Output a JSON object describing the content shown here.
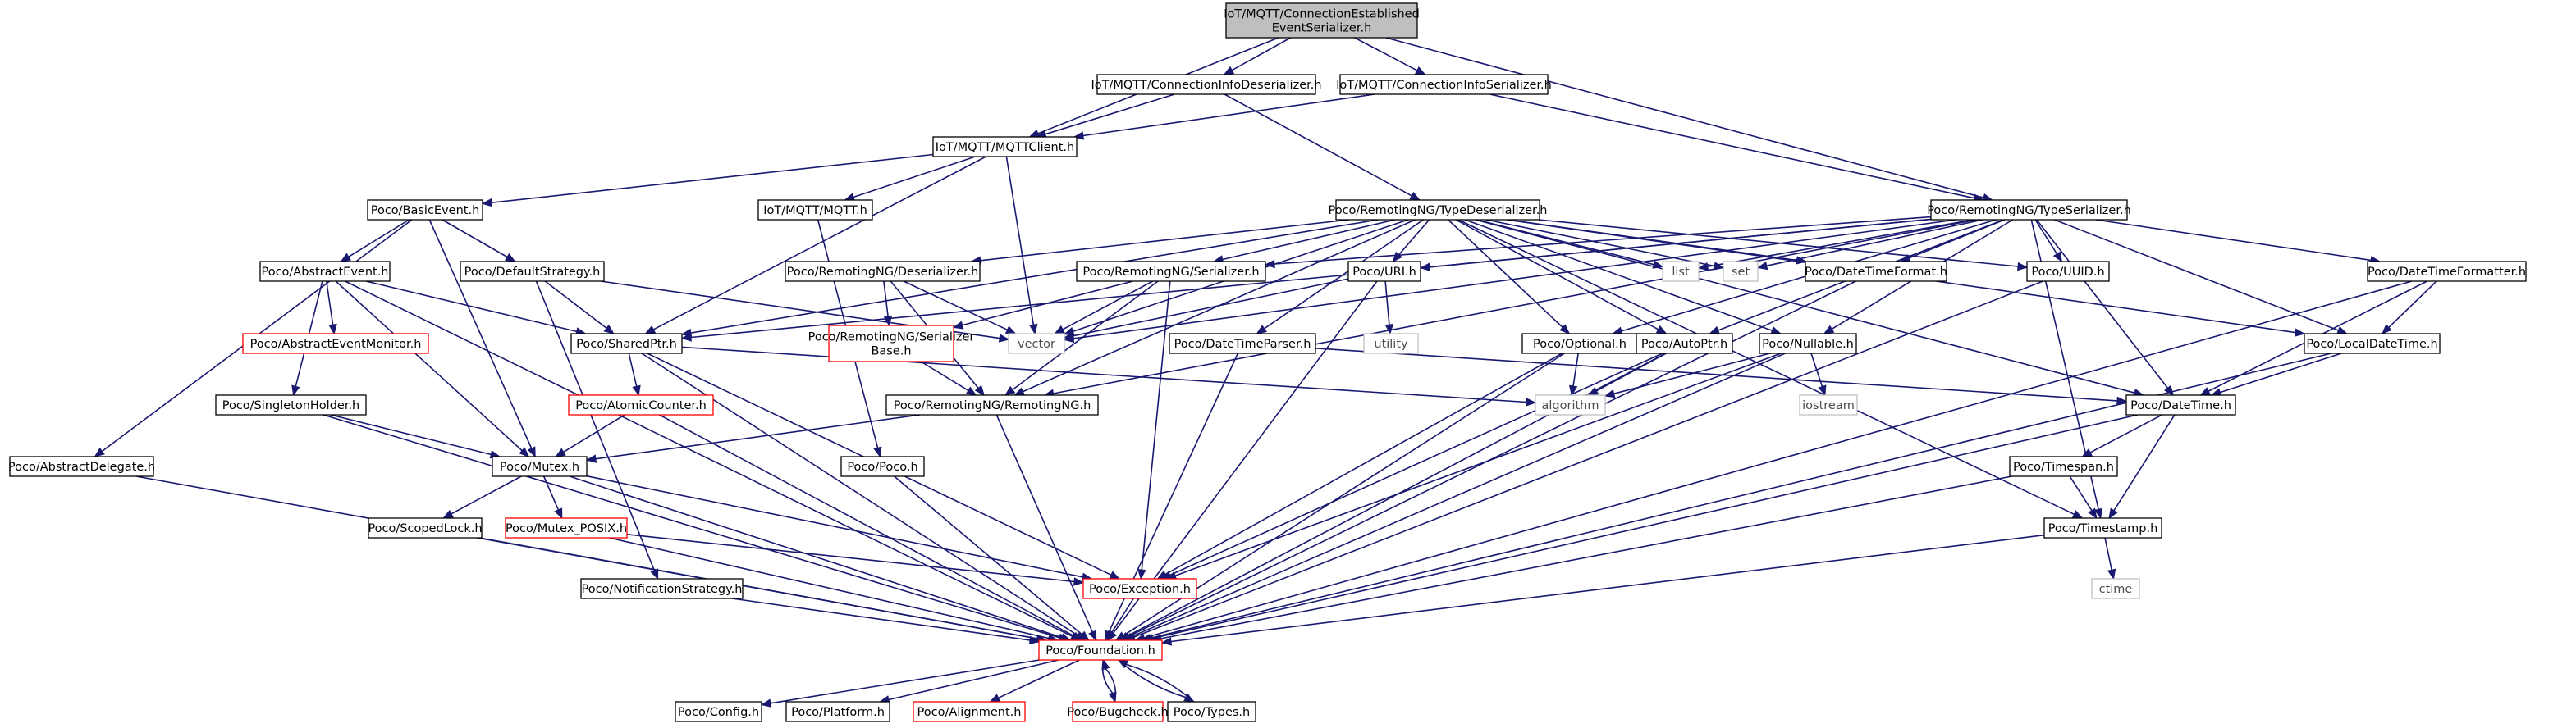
{
  "colors": {
    "edge": "#191970",
    "normal_border": "#000000",
    "external_border": "#bfbfbf",
    "truncated_border": "#ff0000",
    "root_fill": "#bfbfbf",
    "fill": "#ffffff",
    "external_text": "#4d4d4d"
  },
  "nodes": {
    "root": {
      "label": "IoT/MQTT/ConnectionEstablished\nEventSerializer.h",
      "kind": "root"
    },
    "cid": {
      "label": "IoT/MQTT/ConnectionInfoDeserializer.h",
      "kind": "normal"
    },
    "cis": {
      "label": "IoT/MQTT/ConnectionInfoSerializer.h",
      "kind": "normal"
    },
    "client": {
      "label": "IoT/MQTT/MQTTClient.h",
      "kind": "normal"
    },
    "mqtt": {
      "label": "IoT/MQTT/MQTT.h",
      "kind": "normal"
    },
    "basicevent": {
      "label": "Poco/BasicEvent.h",
      "kind": "normal"
    },
    "abstractevent": {
      "label": "Poco/AbstractEvent.h",
      "kind": "normal"
    },
    "defaultstrategy": {
      "label": "Poco/DefaultStrategy.h",
      "kind": "normal"
    },
    "aemonitor": {
      "label": "Poco/AbstractEventMonitor.h",
      "kind": "truncated"
    },
    "sharedptr": {
      "label": "Poco/SharedPtr.h",
      "kind": "normal"
    },
    "singleton": {
      "label": "Poco/SingletonHolder.h",
      "kind": "normal"
    },
    "atomiccounter": {
      "label": "Poco/AtomicCounter.h",
      "kind": "truncated"
    },
    "absdelegate": {
      "label": "Poco/AbstractDelegate.h",
      "kind": "normal"
    },
    "mutex": {
      "label": "Poco/Mutex.h",
      "kind": "normal"
    },
    "scopedlock": {
      "label": "Poco/ScopedLock.h",
      "kind": "normal"
    },
    "mutexposix": {
      "label": "Poco/Mutex_POSIX.h",
      "kind": "truncated"
    },
    "notifstrategy": {
      "label": "Poco/NotificationStrategy.h",
      "kind": "normal"
    },
    "typedeser": {
      "label": "Poco/RemotingNG/TypeDeserializer.h",
      "kind": "normal"
    },
    "typeser": {
      "label": "Poco/RemotingNG/TypeSerializer.h",
      "kind": "normal"
    },
    "deser": {
      "label": "Poco/RemotingNG/Deserializer.h",
      "kind": "normal"
    },
    "ser": {
      "label": "Poco/RemotingNG/Serializer.h",
      "kind": "normal"
    },
    "serbase": {
      "label": "Poco/RemotingNG/Serializer\nBase.h",
      "kind": "truncated"
    },
    "remotingng": {
      "label": "Poco/RemotingNG/RemotingNG.h",
      "kind": "normal"
    },
    "poco": {
      "label": "Poco/Poco.h",
      "kind": "normal"
    },
    "uri": {
      "label": "Poco/URI.h",
      "kind": "normal"
    },
    "list": {
      "label": "list",
      "kind": "external"
    },
    "set": {
      "label": "set",
      "kind": "external"
    },
    "vector": {
      "label": "vector",
      "kind": "external"
    },
    "utility": {
      "label": "utility",
      "kind": "external"
    },
    "dtformat": {
      "label": "Poco/DateTimeFormat.h",
      "kind": "normal"
    },
    "uuid": {
      "label": "Poco/UUID.h",
      "kind": "normal"
    },
    "dtformatter": {
      "label": "Poco/DateTimeFormatter.h",
      "kind": "normal"
    },
    "dtparser": {
      "label": "Poco/DateTimeParser.h",
      "kind": "normal"
    },
    "optional": {
      "label": "Poco/Optional.h",
      "kind": "normal"
    },
    "autoptr": {
      "label": "Poco/AutoPtr.h",
      "kind": "normal"
    },
    "nullable": {
      "label": "Poco/Nullable.h",
      "kind": "normal"
    },
    "localdt": {
      "label": "Poco/LocalDateTime.h",
      "kind": "normal"
    },
    "algorithm": {
      "label": "algorithm",
      "kind": "external"
    },
    "iostream": {
      "label": "iostream",
      "kind": "external"
    },
    "datetime": {
      "label": "Poco/DateTime.h",
      "kind": "normal"
    },
    "timespan": {
      "label": "Poco/Timespan.h",
      "kind": "normal"
    },
    "timestamp": {
      "label": "Poco/Timestamp.h",
      "kind": "normal"
    },
    "ctime": {
      "label": "ctime",
      "kind": "external"
    },
    "exception": {
      "label": "Poco/Exception.h",
      "kind": "truncated"
    },
    "foundation": {
      "label": "Poco/Foundation.h",
      "kind": "truncated"
    },
    "config": {
      "label": "Poco/Config.h",
      "kind": "normal"
    },
    "platform": {
      "label": "Poco/Platform.h",
      "kind": "normal"
    },
    "alignment": {
      "label": "Poco/Alignment.h",
      "kind": "truncated"
    },
    "bugcheck": {
      "label": "Poco/Bugcheck.h",
      "kind": "truncated"
    },
    "types": {
      "label": "Poco/Types.h",
      "kind": "normal"
    }
  },
  "edges": [
    [
      "root",
      "client"
    ],
    [
      "root",
      "cid"
    ],
    [
      "root",
      "cis"
    ],
    [
      "root",
      "typeser"
    ],
    [
      "cid",
      "client"
    ],
    [
      "cid",
      "typedeser"
    ],
    [
      "cis",
      "client"
    ],
    [
      "cis",
      "typeser"
    ],
    [
      "client",
      "basicevent"
    ],
    [
      "client",
      "mqtt"
    ],
    [
      "client",
      "sharedptr"
    ],
    [
      "client",
      "vector"
    ],
    [
      "mqtt",
      "poco"
    ],
    [
      "basicevent",
      "abstractevent"
    ],
    [
      "basicevent",
      "defaultstrategy"
    ],
    [
      "basicevent",
      "absdelegate"
    ],
    [
      "basicevent",
      "mutex"
    ],
    [
      "abstractevent",
      "aemonitor"
    ],
    [
      "abstractevent",
      "sharedptr"
    ],
    [
      "abstractevent",
      "singleton"
    ],
    [
      "abstractevent",
      "mutex"
    ],
    [
      "abstractevent",
      "foundation"
    ],
    [
      "defaultstrategy",
      "sharedptr"
    ],
    [
      "defaultstrategy",
      "notifstrategy"
    ],
    [
      "defaultstrategy",
      "vector"
    ],
    [
      "sharedptr",
      "atomiccounter"
    ],
    [
      "sharedptr",
      "exception"
    ],
    [
      "sharedptr",
      "algorithm"
    ],
    [
      "sharedptr",
      "foundation"
    ],
    [
      "atomiccounter",
      "mutex"
    ],
    [
      "atomiccounter",
      "foundation"
    ],
    [
      "singleton",
      "mutex"
    ],
    [
      "singleton",
      "foundation"
    ],
    [
      "absdelegate",
      "foundation"
    ],
    [
      "mutex",
      "scopedlock"
    ],
    [
      "mutex",
      "mutexposix"
    ],
    [
      "mutex",
      "exception"
    ],
    [
      "mutex",
      "foundation"
    ],
    [
      "scopedlock",
      "foundation"
    ],
    [
      "mutexposix",
      "exception"
    ],
    [
      "mutexposix",
      "foundation"
    ],
    [
      "notifstrategy",
      "foundation"
    ],
    [
      "typedeser",
      "deser"
    ],
    [
      "typedeser",
      "ser"
    ],
    [
      "typedeser",
      "remotingng"
    ],
    [
      "typedeser",
      "sharedptr"
    ],
    [
      "typedeser",
      "uri"
    ],
    [
      "typedeser",
      "list"
    ],
    [
      "typedeser",
      "set"
    ],
    [
      "typedeser",
      "vector"
    ],
    [
      "typedeser",
      "dtformat"
    ],
    [
      "typedeser",
      "uuid"
    ],
    [
      "typedeser",
      "dtparser"
    ],
    [
      "typedeser",
      "optional"
    ],
    [
      "typedeser",
      "autoptr"
    ],
    [
      "typedeser",
      "nullable"
    ],
    [
      "typedeser",
      "localdt"
    ],
    [
      "typedeser",
      "datetime"
    ],
    [
      "typedeser",
      "timestamp"
    ],
    [
      "typeser",
      "ser"
    ],
    [
      "typeser",
      "uri"
    ],
    [
      "typeser",
      "list"
    ],
    [
      "typeser",
      "set"
    ],
    [
      "typeser",
      "vector"
    ],
    [
      "typeser",
      "dtformat"
    ],
    [
      "typeser",
      "uuid"
    ],
    [
      "typeser",
      "dtformatter"
    ],
    [
      "typeser",
      "optional"
    ],
    [
      "typeser",
      "autoptr"
    ],
    [
      "typeser",
      "nullable"
    ],
    [
      "typeser",
      "localdt"
    ],
    [
      "typeser",
      "datetime"
    ],
    [
      "typeser",
      "timestamp"
    ],
    [
      "typeser",
      "sharedptr"
    ],
    [
      "typeser",
      "remotingng"
    ],
    [
      "deser",
      "serbase"
    ],
    [
      "deser",
      "remotingng"
    ],
    [
      "deser",
      "vector"
    ],
    [
      "ser",
      "serbase"
    ],
    [
      "ser",
      "remotingng"
    ],
    [
      "ser",
      "vector"
    ],
    [
      "ser",
      "exception"
    ],
    [
      "serbase",
      "remotingng"
    ],
    [
      "remotingng",
      "mutex"
    ],
    [
      "remotingng",
      "foundation"
    ],
    [
      "poco",
      "foundation"
    ],
    [
      "uri",
      "vector"
    ],
    [
      "uri",
      "utility"
    ],
    [
      "uri",
      "foundation"
    ],
    [
      "dtformat",
      "foundation"
    ],
    [
      "uuid",
      "foundation"
    ],
    [
      "dtformatter",
      "localdt"
    ],
    [
      "dtformatter",
      "datetime"
    ],
    [
      "dtformatter",
      "foundation"
    ],
    [
      "dtparser",
      "datetime"
    ],
    [
      "dtparser",
      "foundation"
    ],
    [
      "optional",
      "algorithm"
    ],
    [
      "optional",
      "exception"
    ],
    [
      "optional",
      "foundation"
    ],
    [
      "autoptr",
      "algorithm"
    ],
    [
      "autoptr",
      "exception"
    ],
    [
      "autoptr",
      "foundation"
    ],
    [
      "nullable",
      "algorithm"
    ],
    [
      "nullable",
      "iostream"
    ],
    [
      "nullable",
      "exception"
    ],
    [
      "nullable",
      "foundation"
    ],
    [
      "localdt",
      "datetime"
    ],
    [
      "localdt",
      "foundation"
    ],
    [
      "datetime",
      "timespan"
    ],
    [
      "datetime",
      "timestamp"
    ],
    [
      "datetime",
      "foundation"
    ],
    [
      "timespan",
      "timestamp"
    ],
    [
      "timespan",
      "foundation"
    ],
    [
      "timestamp",
      "ctime"
    ],
    [
      "timestamp",
      "foundation"
    ],
    [
      "exception",
      "foundation"
    ],
    [
      "foundation",
      "config"
    ],
    [
      "foundation",
      "platform"
    ],
    [
      "foundation",
      "alignment"
    ],
    [
      "foundation",
      "bugcheck"
    ],
    [
      "foundation",
      "types"
    ],
    [
      "bugcheck",
      "foundation"
    ],
    [
      "types",
      "foundation"
    ]
  ]
}
